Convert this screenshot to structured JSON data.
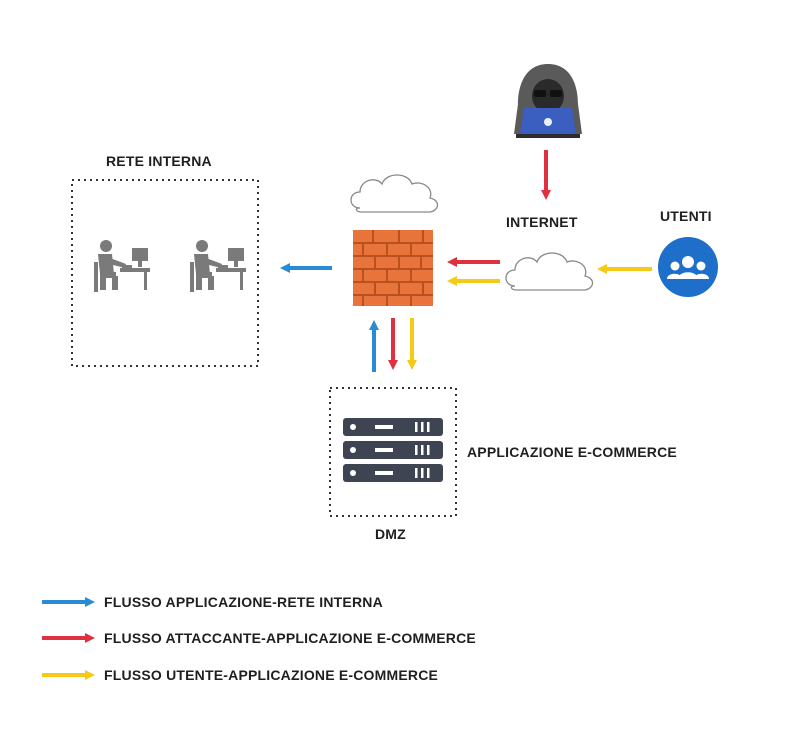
{
  "labels": {
    "rete_interna": "RETE INTERNA",
    "internet": "INTERNET",
    "utenti": "UTENTI",
    "applicazione": "APPLICAZIONE E-COMMERCE",
    "dmz": "DMZ"
  },
  "legend": [
    {
      "text": "FLUSSO APPLICAZIONE-RETE INTERNA",
      "color": "#2b8ad4"
    },
    {
      "text": "FLUSSO ATTACCANTE-APPLICAZIONE E-COMMERCE",
      "color": "#e0303f"
    },
    {
      "text": "FLUSSO UTENTE-APPLICAZIONE E-COMMERCE",
      "color": "#f5c915"
    }
  ],
  "colors": {
    "blue": "#2b8ad4",
    "red": "#e0303f",
    "yellow": "#f5c915",
    "brick": "#e8743b",
    "server": "#3e4451",
    "person": "#7a7a7a",
    "hacker_laptop": "#3b5fc0",
    "users_circle": "#1e6fc9"
  },
  "icons": {
    "hacker": "hacker-icon",
    "firewall": "firewall-icon",
    "users": "users-group-icon",
    "server": "server-rack-icon",
    "workstation": "workstation-person-icon",
    "cloud": "cloud-icon"
  }
}
